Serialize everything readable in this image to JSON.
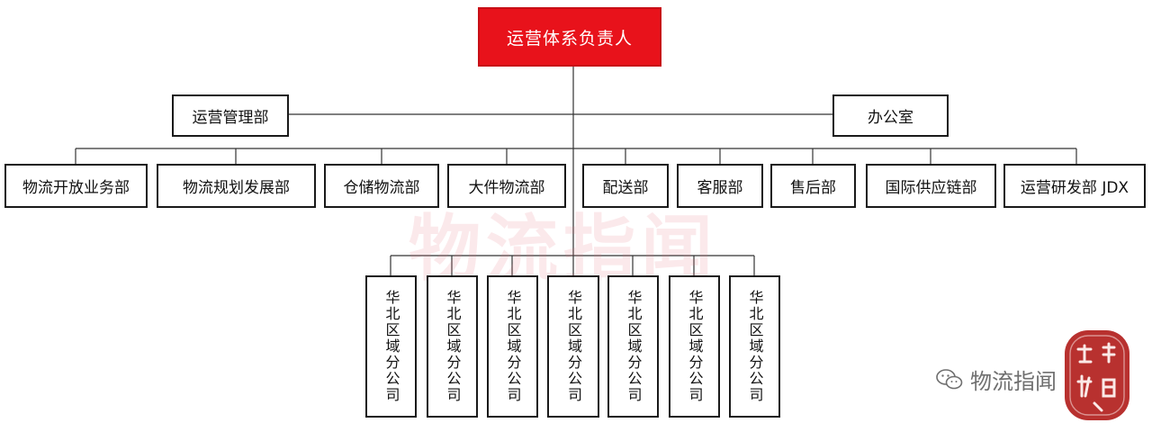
{
  "chart": {
    "top": "运营体系负责人",
    "side_left": "运营管理部",
    "side_right": "办公室",
    "departments": [
      "物流开放业务部",
      "物流规划发展部",
      "仓储物流部",
      "大件物流部",
      "配送部",
      "客服部",
      "售后部",
      "国际供应链部",
      "运营研发部 JDX"
    ],
    "branches": [
      "华北区域分公司",
      "华北区域分公司",
      "华北区域分公司",
      "华北区域分公司",
      "华北区域分公司",
      "华北区域分公司",
      "华北区域分公司"
    ]
  },
  "watermark": "物流指闻",
  "wechat_label": "物流指闻",
  "colors": {
    "top_fill": "#e8121b",
    "line": "#333333",
    "seal": "#b8312f"
  },
  "icons": {
    "wechat": "wechat-icon",
    "seal": "seal-stamp-icon"
  }
}
